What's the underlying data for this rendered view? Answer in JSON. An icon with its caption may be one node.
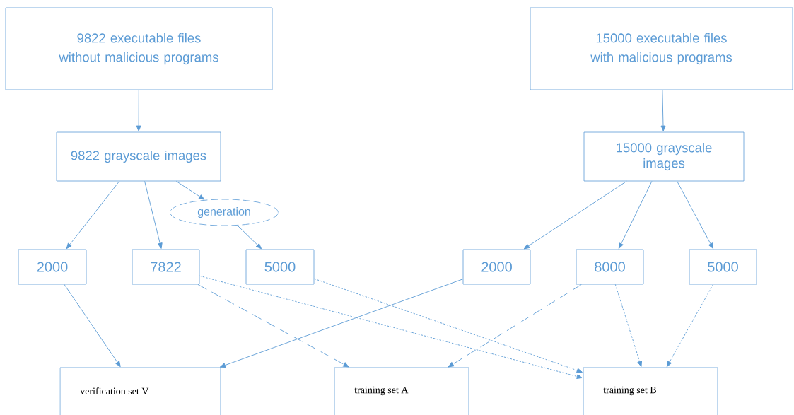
{
  "diagram": {
    "nodes": [
      {
        "text": [
          "9822 executable files  without malicious programs"
        ]
      },
      {
        "text": [
          "15000 executable files  with malicious programs"
        ]
      },
      {
        "text": [
          "9822 grayscale images"
        ]
      },
      {
        "text": [
          "15000 grayscale images"
        ]
      },
      {
        "text": [
          "generation"
        ]
      },
      {
        "text": [
          "2000"
        ]
      },
      {
        "text": [
          "7822"
        ]
      },
      {
        "text": [
          "5000"
        ]
      },
      {
        "text": [
          "2000"
        ]
      },
      {
        "text": [
          "8000"
        ]
      },
      {
        "text": [
          "5000"
        ]
      },
      {
        "text": [
          "verification set V"
        ]
      },
      {
        "text": [
          "training set A"
        ]
      },
      {
        "text": [
          "training set B"
        ]
      }
    ],
    "edges": [
      {
        "from": 0,
        "to": 2,
        "arrow": "to"
      },
      {
        "from": 1,
        "to": 3,
        "arrow": "to"
      },
      {
        "from": 2,
        "to": 5,
        "arrow": "to"
      },
      {
        "from": 2,
        "to": 6,
        "arrow": "to"
      },
      {
        "from": 2,
        "to": 4,
        "arrow": "to"
      },
      {
        "from": 4,
        "to": 7,
        "arrow": "to"
      },
      {
        "from": 3,
        "to": 8,
        "arrow": "to"
      },
      {
        "from": 3,
        "to": 9,
        "arrow": "to"
      },
      {
        "from": 3,
        "to": 10,
        "arrow": "to"
      },
      {
        "from": 5,
        "to": 11,
        "arrow": "to"
      },
      {
        "from": 8,
        "to": 11,
        "arrow": "to"
      },
      {
        "from": 6,
        "to": 12,
        "arrow": "to",
        "style": "dashed"
      },
      {
        "from": 9,
        "to": 12,
        "arrow": "to",
        "style": "dashed"
      },
      {
        "from": 6,
        "to": 13,
        "arrow": "to",
        "style": "dashed"
      },
      {
        "from": 7,
        "to": 13,
        "arrow": "to",
        "style": "dashed"
      },
      {
        "from": 9,
        "to": 13,
        "arrow": "to",
        "style": "dashed"
      },
      {
        "from": 10,
        "to": 13,
        "arrow": "to",
        "style": "dashed"
      }
    ]
  }
}
